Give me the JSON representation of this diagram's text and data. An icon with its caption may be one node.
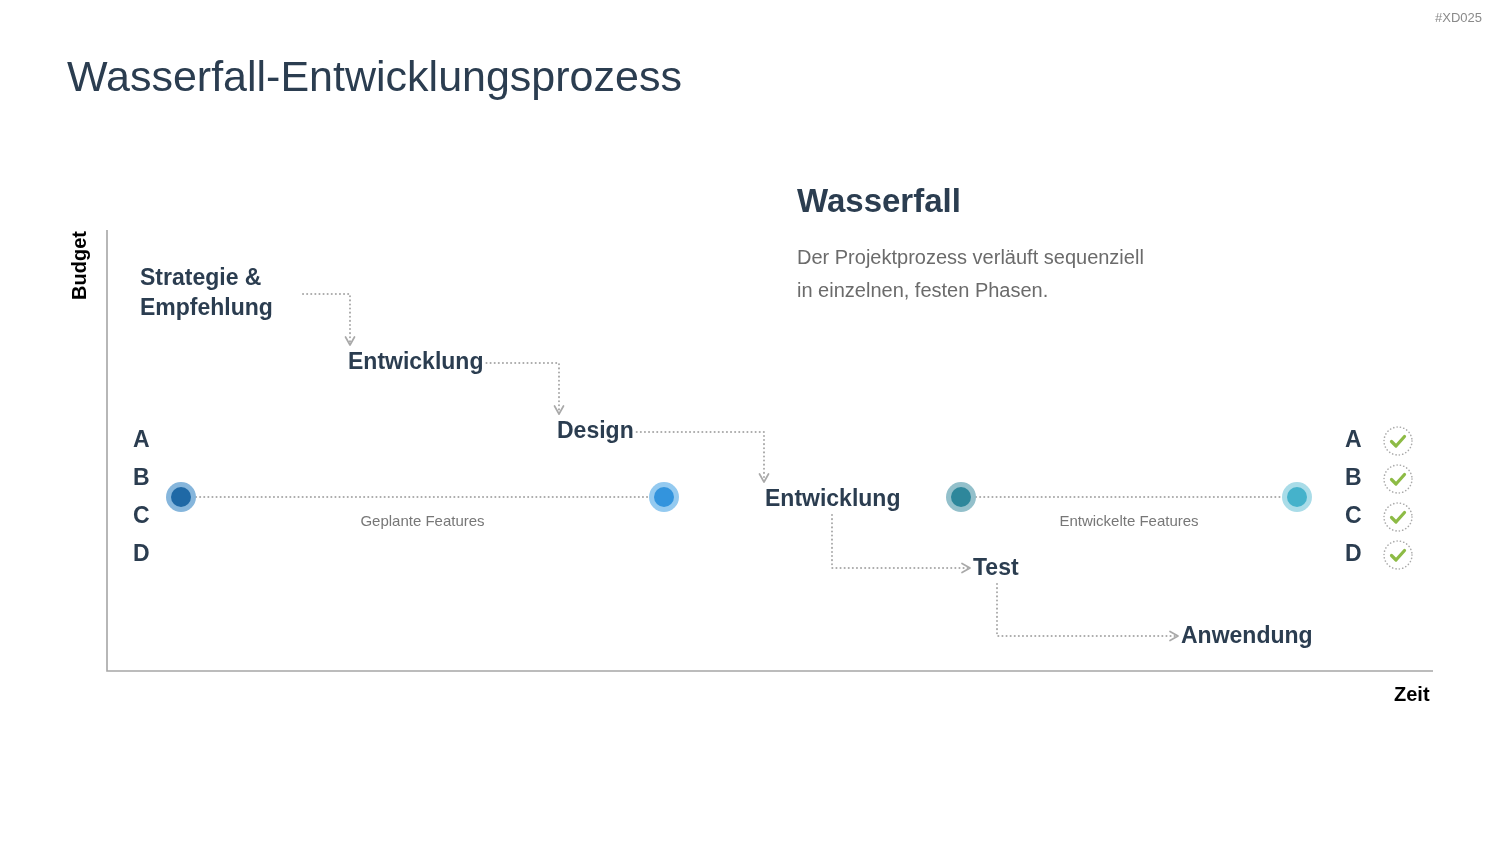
{
  "diagram": {
    "title": "Wasserfall-Entwicklungsprozess",
    "nodes": [
      {
        "text": [
          "Strategie & Empfehlung"
        ]
      },
      {
        "text": [
          "Entwicklung"
        ]
      },
      {
        "text": [
          "Design"
        ]
      },
      {
        "text": [
          "Entwicklung"
        ]
      },
      {
        "text": [
          "Test"
        ]
      },
      {
        "text": [
          "Anwendung"
        ]
      },
      {
        "text": [],
        "shape": "circle"
      },
      {
        "text": [],
        "shape": "circle"
      },
      {
        "text": [],
        "shape": "circle"
      },
      {
        "text": [],
        "shape": "circle"
      }
    ],
    "edges": [
      {
        "from": 0,
        "to": 1,
        "arrow": "to"
      },
      {
        "from": 1,
        "to": 2,
        "arrow": "to"
      },
      {
        "from": 2,
        "to": 3,
        "arrow": "to"
      },
      {
        "from": 3,
        "to": 4,
        "arrow": "to"
      },
      {
        "from": 4,
        "to": 5,
        "arrow": "to"
      },
      {
        "from": 6,
        "to": 7,
        "arrow": "none",
        "label": "Geplante Features"
      },
      {
        "from": 8,
        "to": 9,
        "arrow": "none",
        "label": "Entwickelte Features"
      }
    ],
    "labels": [
      "#XD025",
      "Wasserfall",
      "Der Projektprozess verläuft sequenziell in einzelnen, festen Phasen.",
      "Budget",
      "A",
      "B",
      "C",
      "D",
      "A",
      "B",
      "C",
      "D",
      "Zeit"
    ]
  }
}
